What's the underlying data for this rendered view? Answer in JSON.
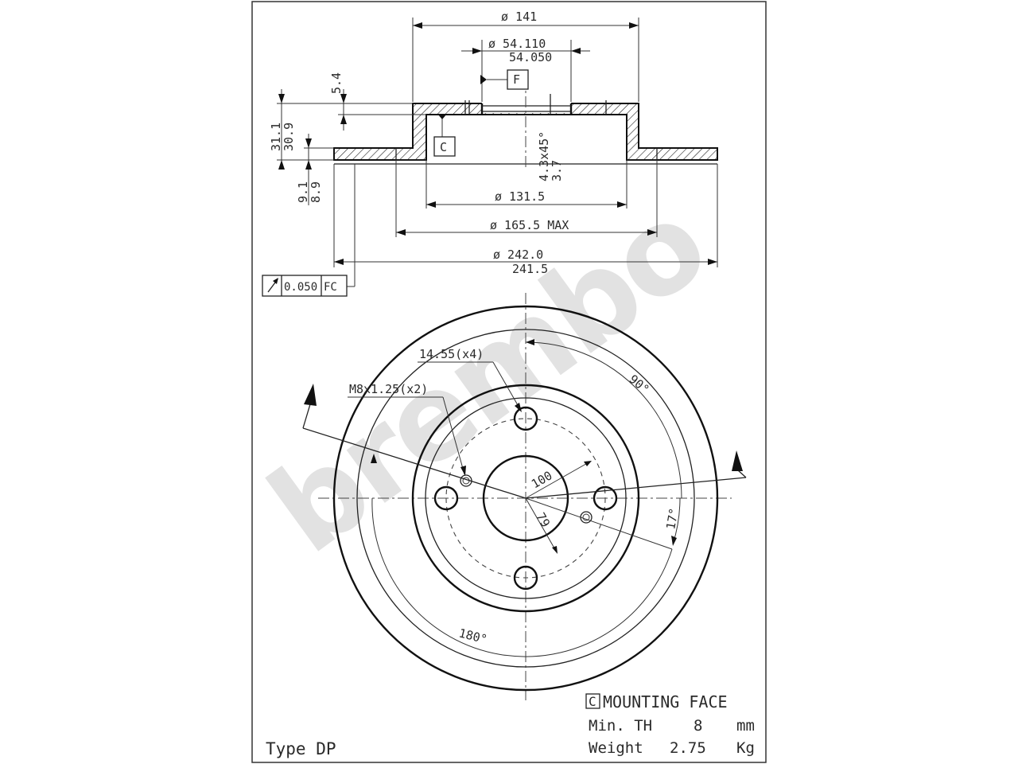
{
  "watermark": {
    "text": "brembo",
    "color": "#d9d9d9"
  },
  "section_view": {
    "dims": {
      "d141": "ø 141",
      "d54_110": "ø 54.110",
      "d54_050": "54.050",
      "t5_4": "5.4",
      "h31_1": "31.1",
      "h30_9": "30.9",
      "h9_1": "9.1",
      "h8_9": "8.9",
      "chamfer": "4.3x45°",
      "c3_7": "3.7",
      "d131_5": "ø 131.5",
      "d165_5": "ø 165.5 MAX",
      "d242_0": "ø 242.0",
      "d241_5": "241.5"
    },
    "datum_f": "F",
    "datum_c": "C",
    "runout_value": "0.050",
    "runout_ref": "FC"
  },
  "face_view": {
    "hole_label": "14.55(x4)",
    "thread_label": "M8x1.25(x2)",
    "angle_90": "90°",
    "angle_17": "17°",
    "angle_180": "180°",
    "pcd": "100",
    "hub": "79"
  },
  "legend": {
    "c_symbol": "C",
    "mounting_face": "MOUNTING FACE",
    "min_th_label": "Min. TH",
    "min_th_value": "8",
    "min_th_unit": "mm",
    "weight_label": "Weight",
    "weight_value": "2.75",
    "weight_unit": "Kg"
  },
  "type_label": "Type DP"
}
